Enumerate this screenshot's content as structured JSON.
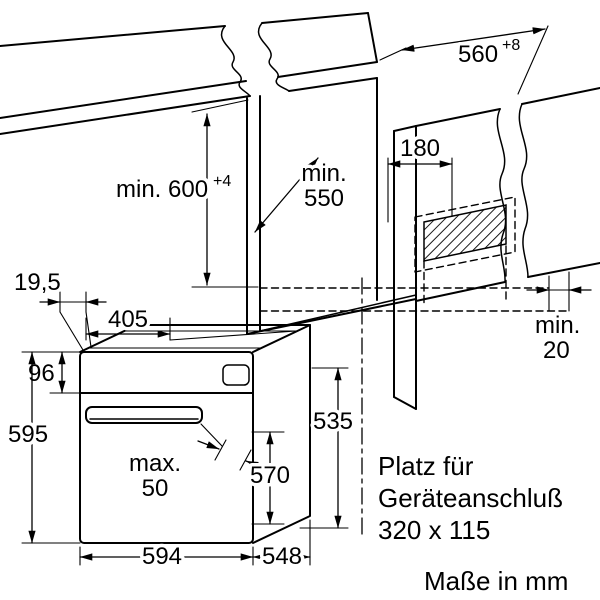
{
  "dims": {
    "niche_width": "560",
    "niche_width_tol": "+8",
    "niche_height": "min. 600",
    "niche_height_tol": "+4",
    "niche_depth_l1": "min.",
    "niche_depth_l2": "550",
    "connection_offset": "180",
    "rear_gap_l1": "min.",
    "rear_gap_l2": "20",
    "top_front_offset": "19,5",
    "top_depth": "405",
    "panel_height": "96",
    "oven_height": "595",
    "handle_l1": "max.",
    "handle_l2": "50",
    "dim_570": "570",
    "dim_535": "535",
    "oven_width": "594",
    "oven_depth": "548"
  },
  "notes": {
    "connection_space_l1": "Platz für",
    "connection_space_l2": "Geräteanschluß",
    "connection_space_l3": "320 x 115",
    "units": "Maße in mm"
  },
  "colors": {
    "line": "#000000",
    "background": "#ffffff"
  }
}
